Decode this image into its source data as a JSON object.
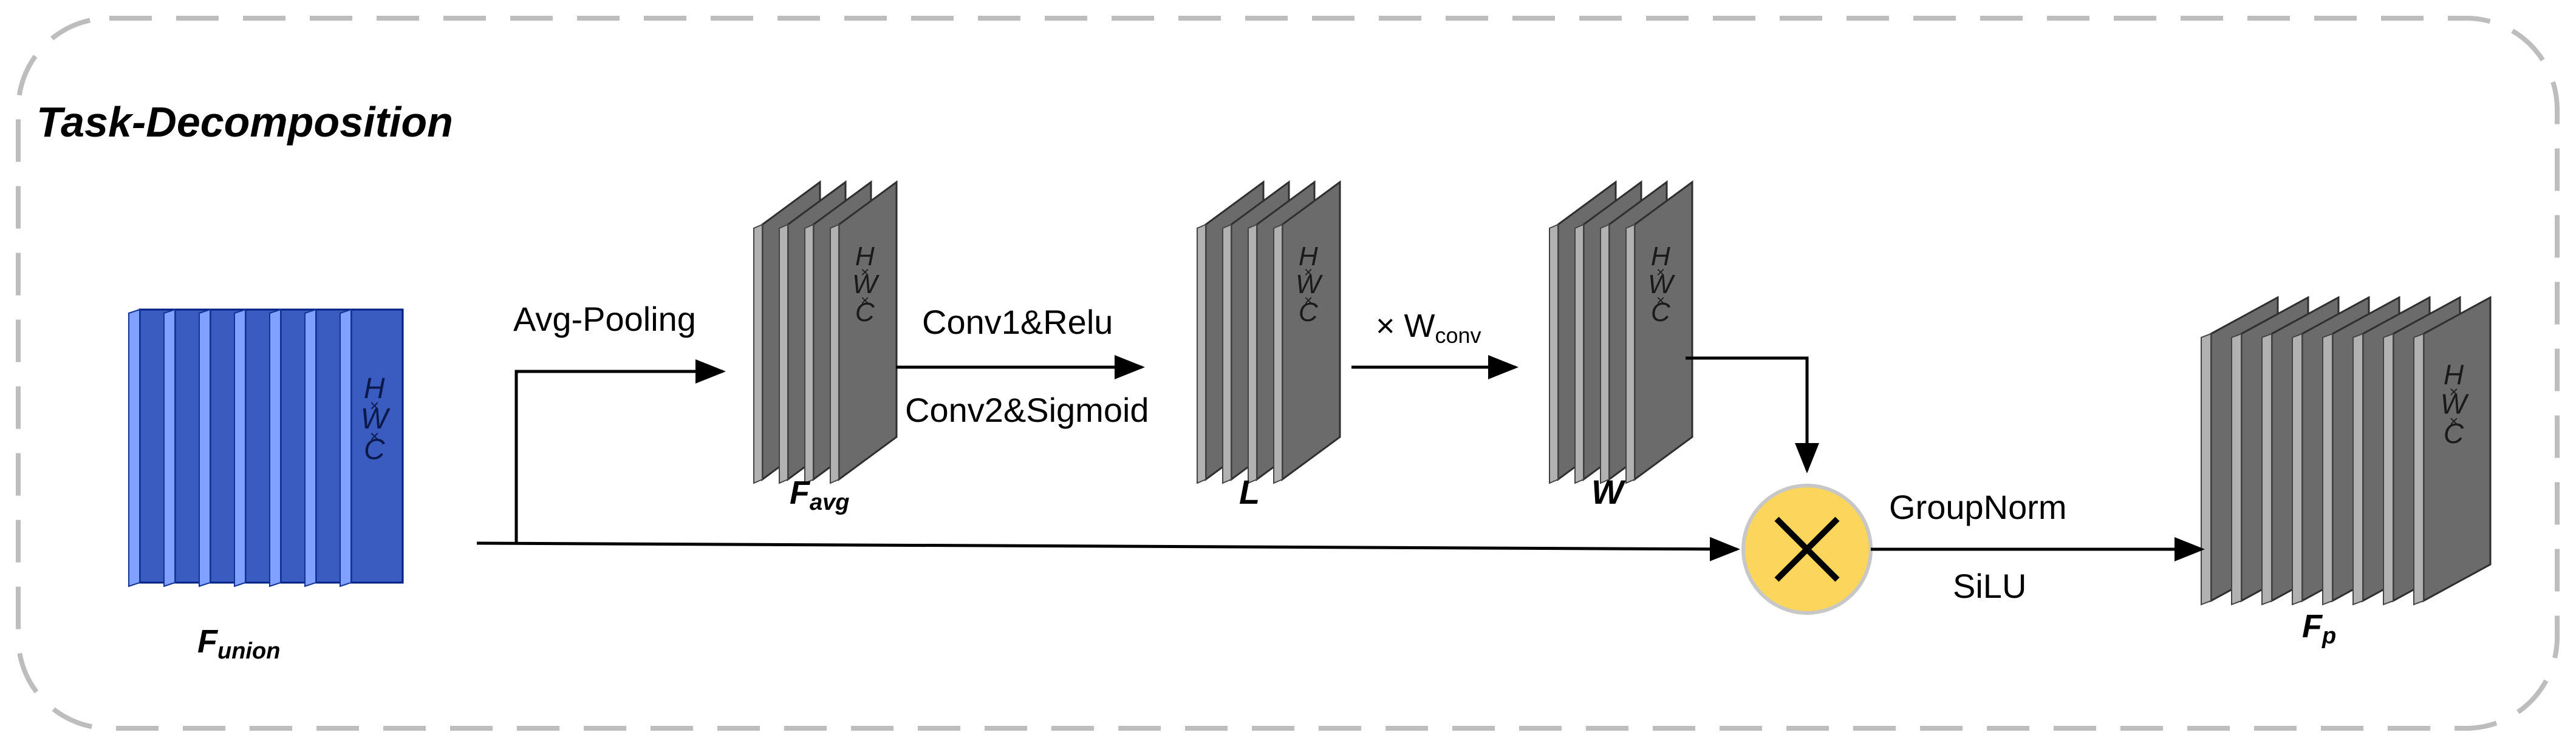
{
  "title": "Task-Decomposition",
  "stacks": {
    "union": {
      "label_main": "F",
      "label_sub": "union",
      "dim_h": "H",
      "dim_w": "W",
      "dim_c": "C",
      "times": "×",
      "color": "#3a5bbf"
    },
    "avg": {
      "label_main": "F",
      "label_sub": "avg",
      "dim_h": "H",
      "dim_w": "W",
      "dim_c": "C",
      "times": "×",
      "color": "#6b6b6b"
    },
    "l": {
      "label_main": "L",
      "dim_h": "H",
      "dim_w": "W",
      "dim_c": "C",
      "times": "×",
      "color": "#6b6b6b"
    },
    "w": {
      "label_main": "W",
      "dim_h": "H",
      "dim_w": "W",
      "dim_c": "C",
      "times": "×",
      "color": "#6b6b6b"
    },
    "p": {
      "label_main": "F",
      "label_sub": "p",
      "dim_h": "H",
      "dim_w": "W",
      "dim_c": "C",
      "times": "×",
      "color": "#6b6b6b"
    }
  },
  "edges": {
    "avg_pooling": "Avg-Pooling",
    "conv1_relu": "Conv1&Relu",
    "conv2_sigmoid": "Conv2&Sigmoid",
    "wconv_times": "× W",
    "wconv_sub": "conv",
    "groupnorm": "GroupNorm",
    "silu": "SiLU"
  },
  "multiply_node": {
    "symbol": "×",
    "fill": "#fcd55b"
  }
}
